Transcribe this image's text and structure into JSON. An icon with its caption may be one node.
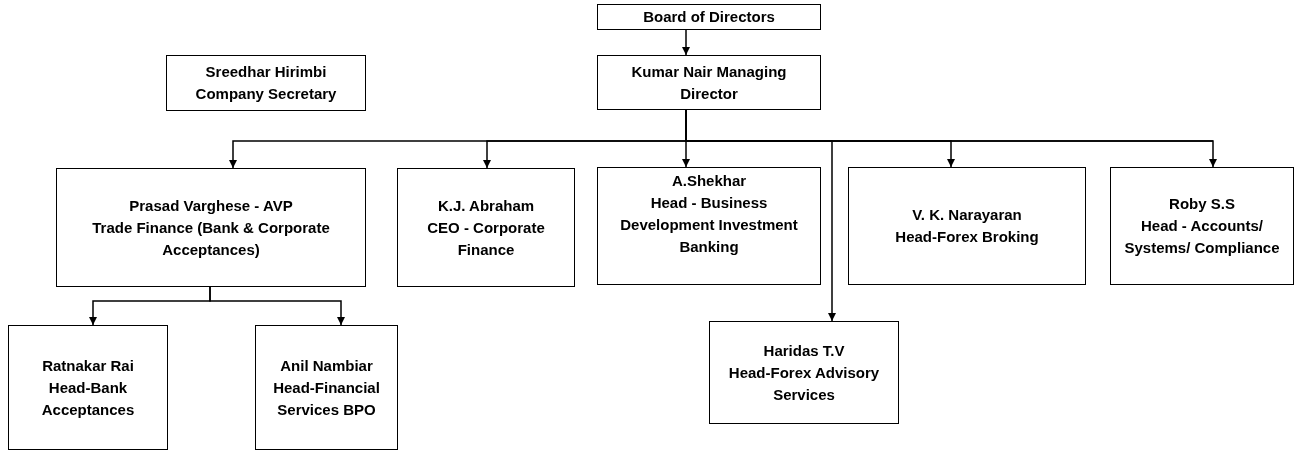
{
  "diagram": {
    "nodes": [
      {
        "text": [
          "Board of Directors"
        ]
      },
      {
        "text": [
          "Kumar Nair Managing Director"
        ]
      },
      {
        "text": [
          "Sreedhar Hirimbi",
          "Company Secretary"
        ]
      },
      {
        "text": [
          "Prasad Varghese - AVP",
          "Trade Finance (Bank & Corporate Acceptances)"
        ]
      },
      {
        "text": [
          "K.J. Abraham",
          "CEO - Corporate Finance"
        ]
      },
      {
        "text": [
          "A.Shekhar",
          "Head - Business Development Investment Banking"
        ]
      },
      {
        "text": [
          "V. K. Narayaran",
          "Head-Forex Broking"
        ]
      },
      {
        "text": [
          "Roby S.S",
          "Head - Accounts/ Systems/ Compliance"
        ]
      },
      {
        "text": [
          "Ratnakar Rai",
          "Head-Bank Acceptances"
        ]
      },
      {
        "text": [
          "Anil Nambiar",
          "Head-Financial Services BPO"
        ]
      },
      {
        "text": [
          "Haridas T.V",
          "Head-Forex Advisory Services"
        ]
      }
    ],
    "edges": [
      {
        "from": 0,
        "to": 1,
        "arrow": "to"
      },
      {
        "from": 1,
        "to": 3,
        "arrow": "to"
      },
      {
        "from": 1,
        "to": 4,
        "arrow": "to"
      },
      {
        "from": 1,
        "to": 5,
        "arrow": "to"
      },
      {
        "from": 1,
        "to": 10,
        "arrow": "to"
      },
      {
        "from": 1,
        "to": 6,
        "arrow": "to"
      },
      {
        "from": 1,
        "to": 7,
        "arrow": "to"
      },
      {
        "from": 3,
        "to": 8,
        "arrow": "to"
      },
      {
        "from": 3,
        "to": 9,
        "arrow": "to"
      }
    ]
  }
}
